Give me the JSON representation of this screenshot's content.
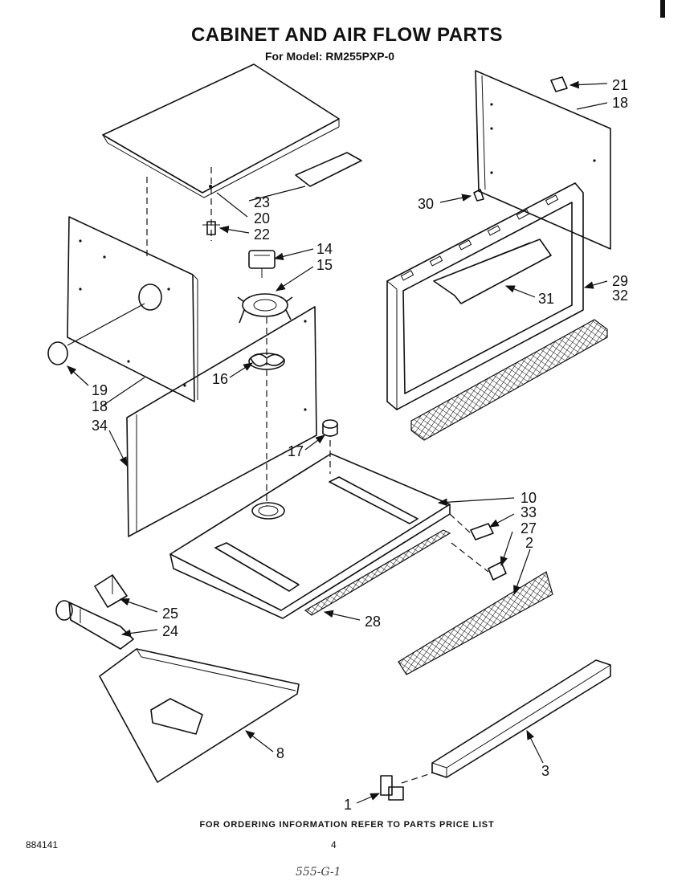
{
  "title": "CABINET AND AIR FLOW PARTS",
  "subtitle": "For Model: RM255PXP-0",
  "footer_note": "FOR ORDERING INFORMATION REFER TO PARTS PRICE LIST",
  "document_number": "884141",
  "page_number": "4",
  "handwritten_note": "555-G-1",
  "callouts": [
    {
      "id": "c21",
      "text": "21"
    },
    {
      "id": "c18a",
      "text": "18"
    },
    {
      "id": "c30",
      "text": "30"
    },
    {
      "id": "c23",
      "text": "23"
    },
    {
      "id": "c20",
      "text": "20"
    },
    {
      "id": "c22",
      "text": "22"
    },
    {
      "id": "c14",
      "text": "14"
    },
    {
      "id": "c15",
      "text": "15"
    },
    {
      "id": "c29",
      "text": "29"
    },
    {
      "id": "c32",
      "text": "32"
    },
    {
      "id": "c31",
      "text": "31"
    },
    {
      "id": "c16",
      "text": "16"
    },
    {
      "id": "c19",
      "text": "19"
    },
    {
      "id": "c18b",
      "text": "18"
    },
    {
      "id": "c34",
      "text": "34"
    },
    {
      "id": "c17",
      "text": "17"
    },
    {
      "id": "c10",
      "text": "10"
    },
    {
      "id": "c33",
      "text": "33"
    },
    {
      "id": "c27",
      "text": "27"
    },
    {
      "id": "c2",
      "text": "2"
    },
    {
      "id": "c25",
      "text": "25"
    },
    {
      "id": "c24",
      "text": "24"
    },
    {
      "id": "c28",
      "text": "28"
    },
    {
      "id": "c8",
      "text": "8"
    },
    {
      "id": "c3",
      "text": "3"
    },
    {
      "id": "c1",
      "text": "1"
    }
  ]
}
